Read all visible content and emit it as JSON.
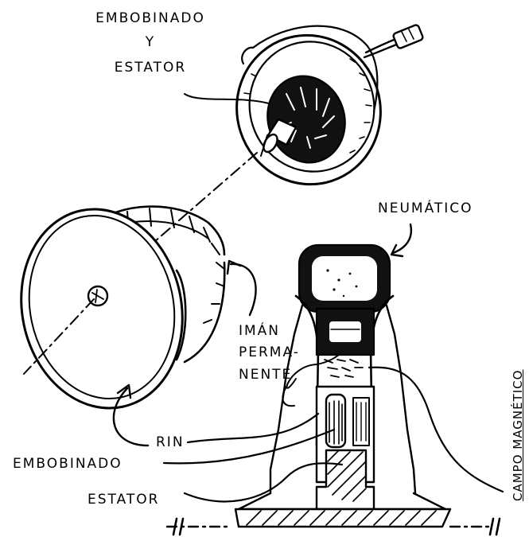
{
  "labels": {
    "embobinado_top": "EMBOBINADO",
    "y": "Y",
    "estator_top": "ESTATOR",
    "neumatico": "NEUMÁTICO",
    "iman_1": "IMÁN",
    "iman_2": "PERMA-",
    "iman_3": "NENTE",
    "rin": "RIN",
    "embobinado_bottom": "EMBOBINADO",
    "estator_bottom": "ESTATOR",
    "campo_magnetico": "CAMPO MAGNÉTICO"
  },
  "colors": {
    "ink": "#000000",
    "paper": "#ffffff"
  }
}
